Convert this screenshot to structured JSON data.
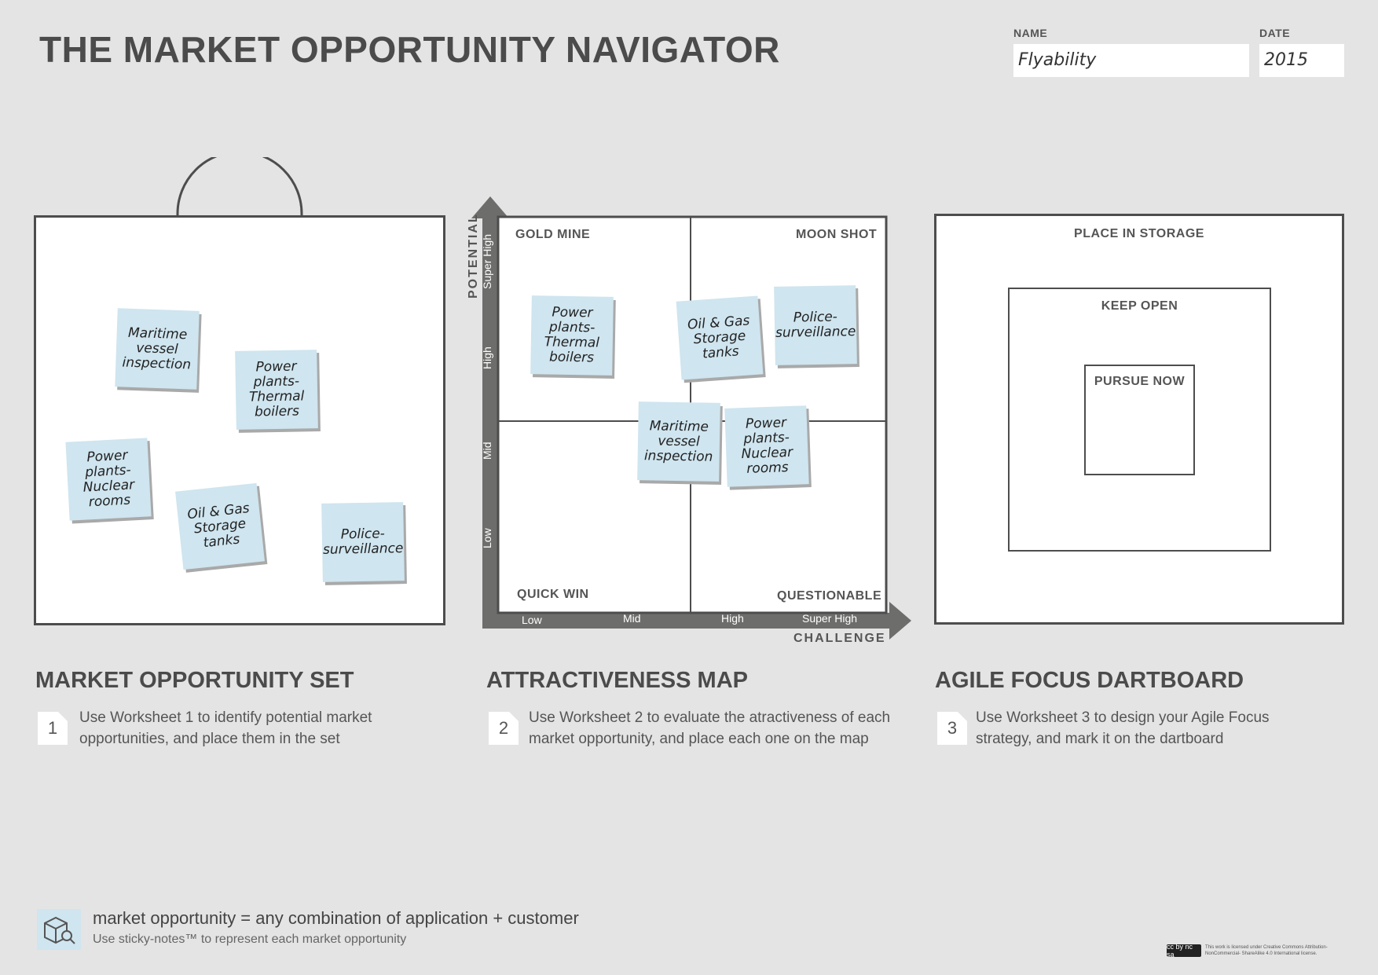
{
  "header": {
    "title": "THE MARKET OPPORTUNITY NAVIGATOR",
    "name_label": "NAME",
    "name_value": "Flyability",
    "date_label": "DATE",
    "date_value": "2015"
  },
  "opportunity_set": {
    "notes": [
      "Maritime vessel inspection",
      "Power plants- Thermal boilers",
      "Power plants- Nuclear rooms",
      "Oil & Gas Storage tanks",
      "Police- surveillance"
    ]
  },
  "attractiveness_map": {
    "quadrants": {
      "top_left": "GOLD MINE",
      "top_right": "MOON SHOT",
      "bottom_left": "QUICK WIN",
      "bottom_right": "QUESTIONABLE"
    },
    "y_axis_title": "POTENTIAL",
    "x_axis_title": "CHALLENGE",
    "y_ticks": [
      "Low",
      "Mid",
      "High",
      "Super High"
    ],
    "x_ticks": [
      "Low",
      "Mid",
      "High",
      "Super High"
    ],
    "notes": [
      "Power plants- Thermal boilers",
      "Oil & Gas Storage tanks",
      "Police- surveillance",
      "Maritime vessel inspection",
      "Power plants- Nuclear rooms"
    ]
  },
  "dartboard": {
    "outer": "PLACE IN STORAGE",
    "middle": "KEEP OPEN",
    "inner": "PURSUE NOW"
  },
  "sections": [
    {
      "title": "MARKET OPPORTUNITY SET",
      "step": "1",
      "text_line1": "Use Worksheet 1 to identify potential market",
      "text_line2": "opportunities, and place them in the set"
    },
    {
      "title": "ATTRACTIVENESS MAP",
      "step": "2",
      "text_line1": "Use Worksheet 2 to evaluate the atractiveness of each",
      "text_line2": "market opportunity, and place each one on the map"
    },
    {
      "title": "AGILE FOCUS DARTBOARD",
      "step": "3",
      "text_line1": "Use Worksheet 3 to design your Agile Focus",
      "text_line2": "strategy, and mark it on the dartboard"
    }
  ],
  "footer": {
    "definition": "market opportunity = any combination of application + customer",
    "instruction": "Use sticky-notes™ to represent each market opportunity",
    "license_badge": "cc by nc sa",
    "license_text": "This work is licensed under Creative Commons Attribution-NonCommercial- ShareAlike 4.0 International license."
  }
}
